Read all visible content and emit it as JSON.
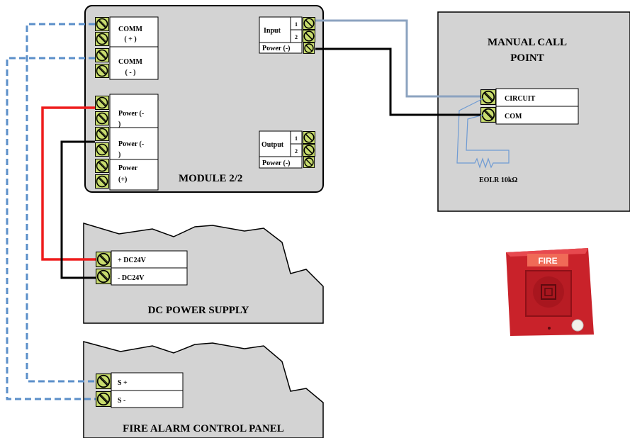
{
  "module": {
    "title": "MODULE 2/2",
    "comm_plus": [
      "COMM",
      "( + )"
    ],
    "comm_minus": [
      "COMM",
      "( - )"
    ],
    "power_minus_1": [
      "Power (-",
      ")"
    ],
    "power_minus_2": [
      "Power (-",
      ")"
    ],
    "power_plus": [
      "Power",
      "(+)"
    ],
    "input_label": "Input",
    "input_pin1": "1",
    "input_pin2": "2",
    "input_power": "Power (-)",
    "output_label": "Output",
    "output_pin1": "1",
    "output_pin2": "2",
    "output_power": "Power (-)"
  },
  "call_point": {
    "title_line1": "MANUAL CALL",
    "title_line2": "POINT",
    "circuit_label": "CIRCUIT",
    "com_label": "COM",
    "eolr_label": "EOLR  10kΩ",
    "device_text": "FIRE"
  },
  "power_supply": {
    "title": "DC POWER SUPPLY",
    "plus_label": "+ DC24V",
    "minus_label": "-  DC24V"
  },
  "panel": {
    "title": "FIRE ALARM CONTROL PANEL",
    "s_plus": "S +",
    "s_minus": "S  -"
  },
  "colors": {
    "wire_red": "#ee1c1c",
    "wire_black": "#000000",
    "wire_blue_dashed": "#5b8fc9",
    "wire_grey_blue": "#8ca3c0",
    "eolr_blue": "#6f9bd3",
    "terminal_green": "#c8dc6e",
    "panel_grey": "#d3d3d3",
    "device_red": "#d2232a"
  }
}
